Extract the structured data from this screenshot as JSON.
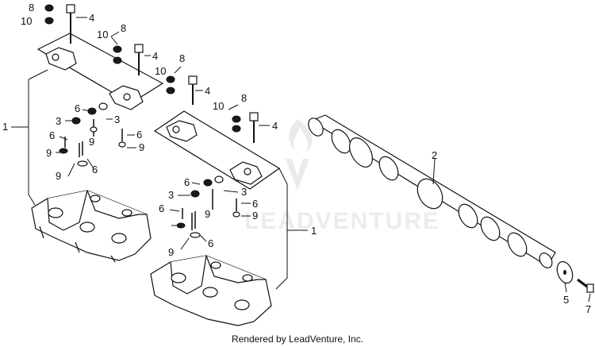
{
  "diagram": {
    "callouts": [
      {
        "id": "c8-top",
        "label": "8"
      },
      {
        "id": "c10-top",
        "label": "10"
      },
      {
        "id": "c4-top",
        "label": "4"
      },
      {
        "id": "c10-b",
        "label": "10"
      },
      {
        "id": "c8-b",
        "label": "8"
      },
      {
        "id": "c4-b",
        "label": "4"
      },
      {
        "id": "c8-c",
        "label": "8"
      },
      {
        "id": "c10-c",
        "label": "10"
      },
      {
        "id": "c4-c",
        "label": "4"
      },
      {
        "id": "c10-d",
        "label": "10"
      },
      {
        "id": "c8-d",
        "label": "8"
      },
      {
        "id": "c4-d",
        "label": "4"
      },
      {
        "id": "c1-left",
        "label": "1"
      },
      {
        "id": "c6-a",
        "label": "6"
      },
      {
        "id": "c3-a",
        "label": "3"
      },
      {
        "id": "c3-b",
        "label": "3"
      },
      {
        "id": "c6-b",
        "label": "6"
      },
      {
        "id": "c6-c",
        "label": "6"
      },
      {
        "id": "c9-a",
        "label": "9"
      },
      {
        "id": "c9-b",
        "label": "9"
      },
      {
        "id": "c9-c",
        "label": "9"
      },
      {
        "id": "c6-d",
        "label": "6"
      },
      {
        "id": "c9-d",
        "label": "9"
      },
      {
        "id": "c6-e",
        "label": "6"
      },
      {
        "id": "c3-c",
        "label": "3"
      },
      {
        "id": "c3-d",
        "label": "3"
      },
      {
        "id": "c6-f",
        "label": "6"
      },
      {
        "id": "c6-g",
        "label": "6"
      },
      {
        "id": "c9-e",
        "label": "9"
      },
      {
        "id": "c9-f",
        "label": "9"
      },
      {
        "id": "c6-h",
        "label": "6"
      },
      {
        "id": "c9-g",
        "label": "9"
      },
      {
        "id": "c1-right",
        "label": "1"
      },
      {
        "id": "c2",
        "label": "2"
      },
      {
        "id": "c5",
        "label": "5"
      },
      {
        "id": "c7",
        "label": "7"
      }
    ],
    "watermark": "LEADVENTURE",
    "footer": "Rendered by LeadVenture, Inc."
  }
}
